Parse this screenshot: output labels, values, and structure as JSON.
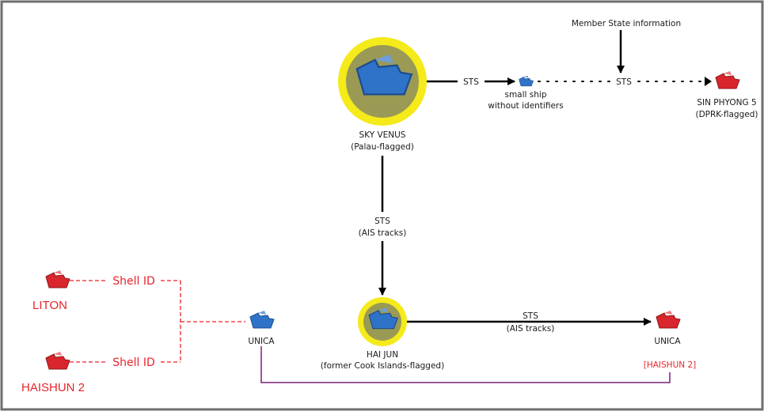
{
  "colors": {
    "frame": "#6e6e6e",
    "edge": "#000000",
    "shell_link": "#e8242b",
    "identity_link": "#7a1f7a",
    "focus_ring": "#f5ea1a",
    "focus_fill": "#9a9a55",
    "ship_blue": "#2f73c9",
    "ship_red": "#d8262c"
  },
  "nodes": {
    "sky_venus": {
      "name": "SKY VENUS",
      "detail": "(Palau-flagged)",
      "icon": "tanker-blue-focus-icon"
    },
    "small_ship": {
      "line1": "small ship",
      "line2": "without identifiers",
      "icon": "small-ship-blue-icon"
    },
    "sin_phyong": {
      "name": "SIN PHYONG 5",
      "detail": "(DPRK-flagged)",
      "icon": "tanker-red-icon"
    },
    "member_state": {
      "label": "Member State information"
    },
    "hai_jun": {
      "name": "HAI JUN",
      "detail": "(former Cook Islands-flagged)",
      "icon": "tanker-blue-focus-icon"
    },
    "unica_left": {
      "name": "UNICA",
      "icon": "tanker-blue-icon"
    },
    "unica_right": {
      "name": "UNICA",
      "alias": "[HAISHUN 2]",
      "icon": "tanker-red-icon"
    },
    "liton": {
      "name": "LITON",
      "icon": "tanker-red-icon"
    },
    "haishun2": {
      "name": "HAISHUN 2",
      "icon": "tanker-red-icon"
    }
  },
  "edges": {
    "sts_1": "STS",
    "sts_2": "STS",
    "sts_3": "STS",
    "sts_3_detail": "(AIS tracks)",
    "sts_4": "STS",
    "sts_4_detail": "(AIS tracks)",
    "shell_top": "Shell ID",
    "shell_bottom": "Shell ID"
  }
}
